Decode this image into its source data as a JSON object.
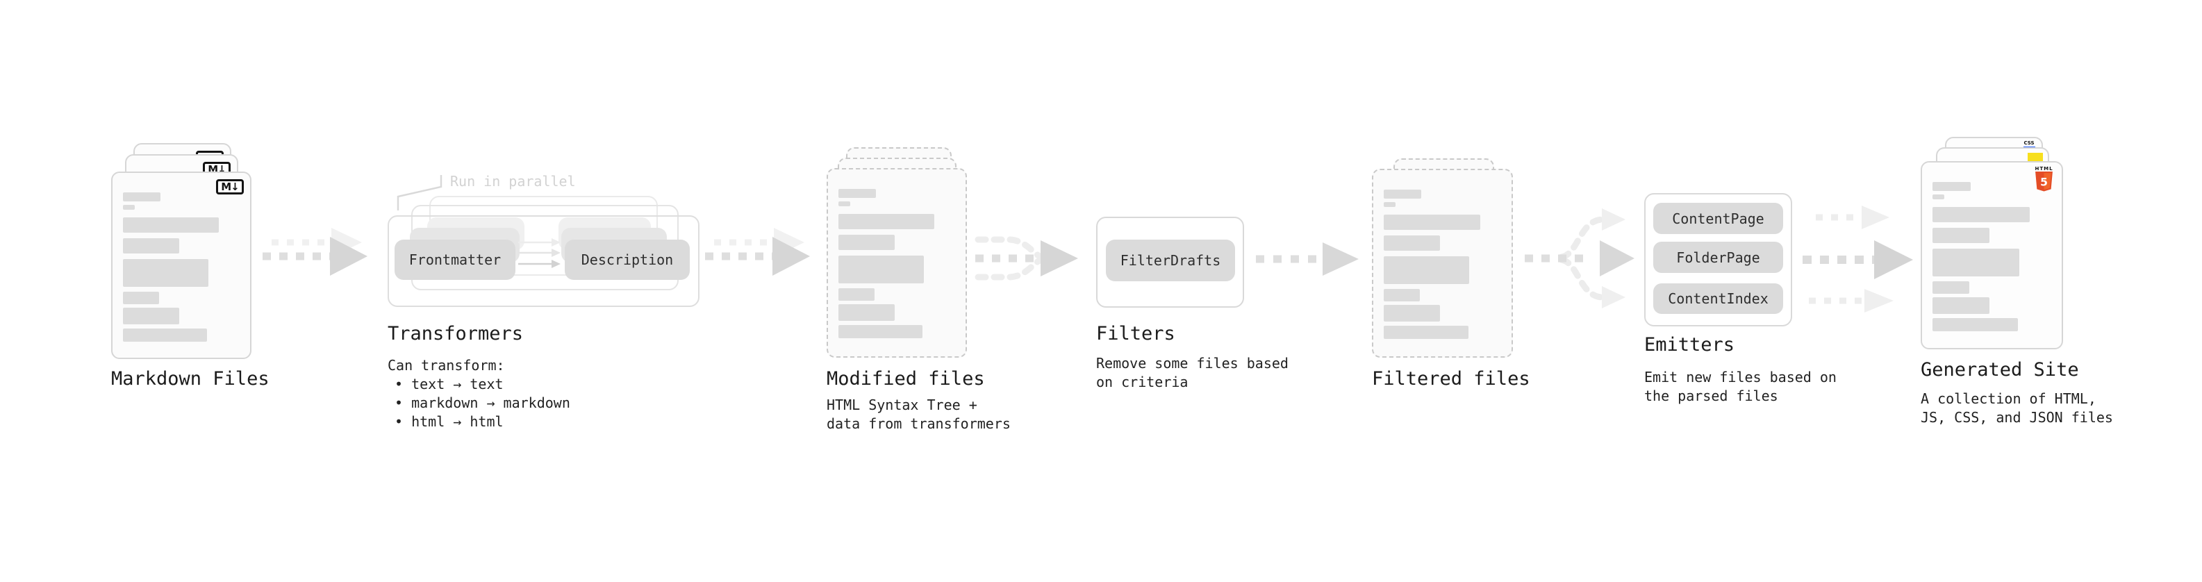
{
  "stages": {
    "markdown_files": {
      "label": "Markdown Files",
      "badge": "M↓"
    },
    "transformers": {
      "label": "Transformers",
      "annotation": "Run in parallel",
      "frontmatter_box": "Frontmatter",
      "description_box": "Description",
      "caption_title": "Can transform:",
      "bullet_1": "• text → text",
      "bullet_2": "• markdown → markdown",
      "bullet_3": "• html → html"
    },
    "modified_files": {
      "label": "Modified files",
      "caption_line1": "HTML Syntax Tree +",
      "caption_line2": "data from transformers"
    },
    "filters": {
      "label": "Filters",
      "filter_box": "FilterDrafts",
      "caption_line1": "Remove some files based",
      "caption_line2": "on criteria"
    },
    "filtered_files": {
      "label": "Filtered files"
    },
    "emitters": {
      "label": "Emitters",
      "box_1": "ContentPage",
      "box_2": "FolderPage",
      "box_3": "ContentIndex",
      "caption_line1": "Emit new files based on",
      "caption_line2": "the parsed files"
    },
    "generated_site": {
      "label": "Generated Site",
      "caption_line1": "A collection of HTML,",
      "caption_line2": "JS, CSS, and JSON files",
      "css_badge": "CSS",
      "html_badge_label": "HTML",
      "html_badge_number": "5"
    }
  },
  "colors": {
    "html5_orange": "#e44d26",
    "html5_orange_light": "#f16529",
    "js_yellow": "#f7df1e",
    "css_blue": "#2962ff",
    "label_text": "#1b1b1b",
    "caption_text": "#222222",
    "annotation_text": "#d2d2d2",
    "arrow_gray": "#d6d6d6",
    "placeholder_gray": "#dcdcdc"
  }
}
